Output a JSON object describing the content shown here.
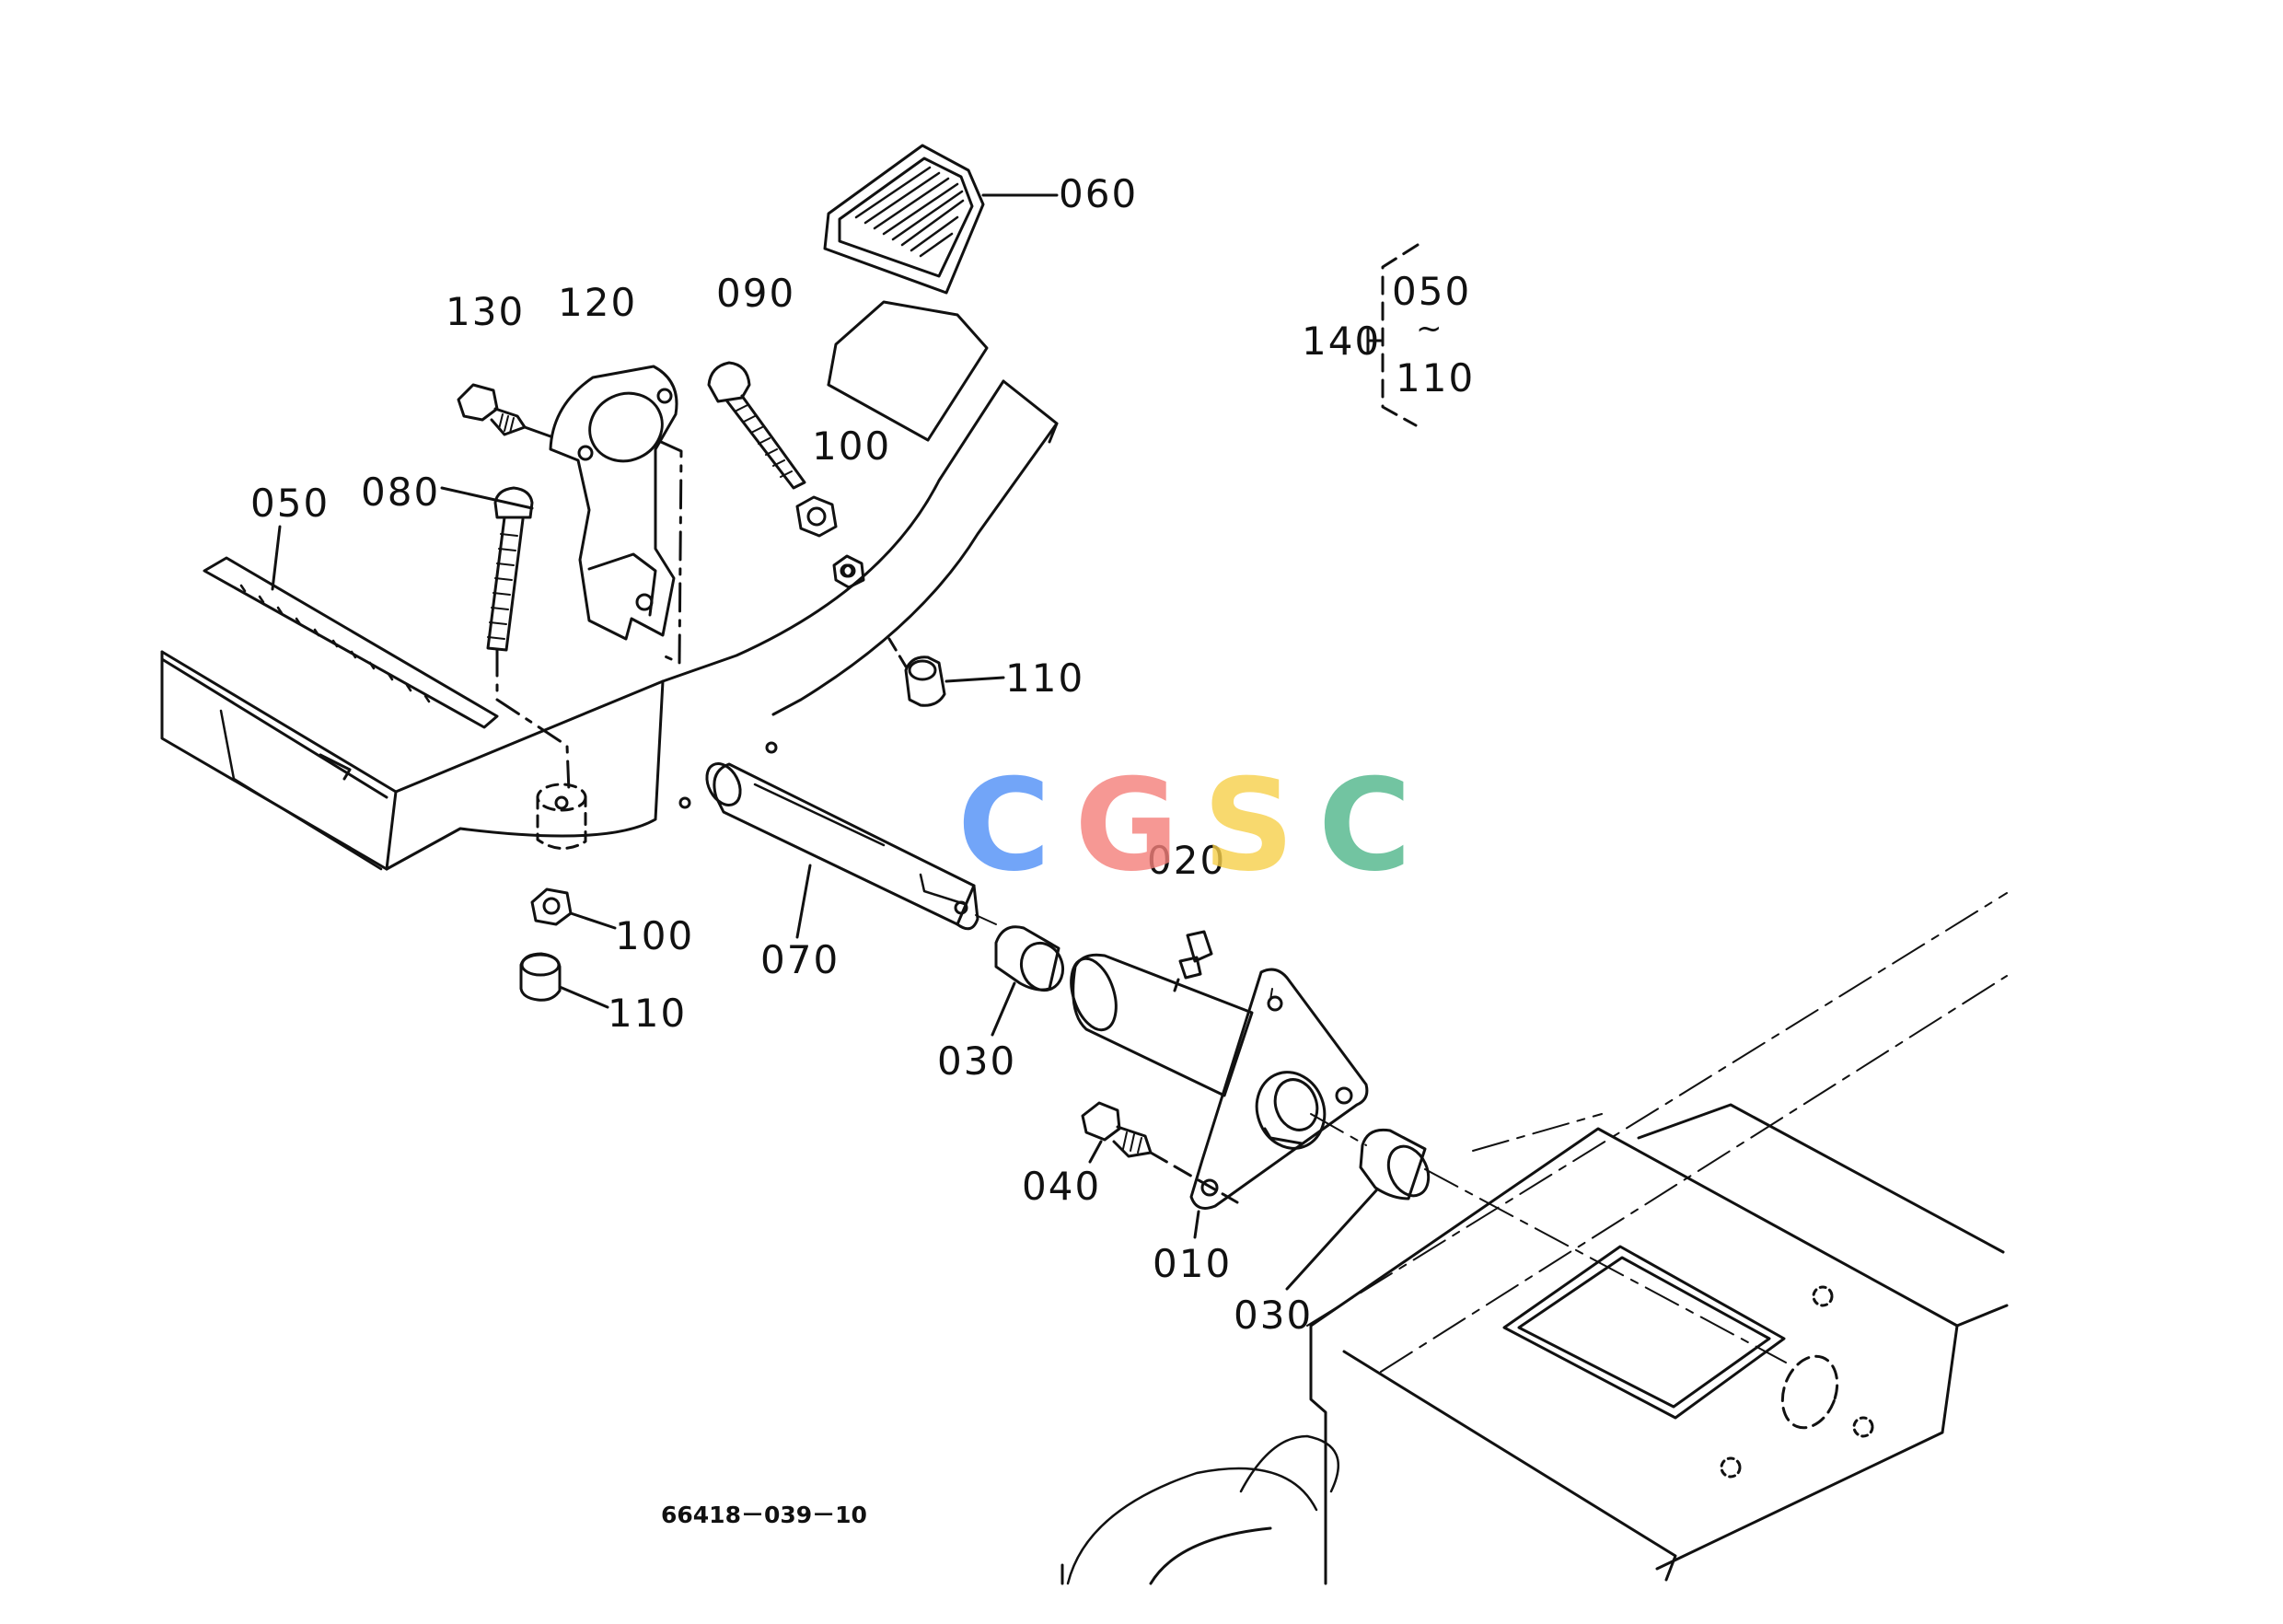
{
  "callouts": {
    "c060": "060",
    "c130": "130",
    "c120": "120",
    "c090": "090",
    "c100_upper": "100",
    "c080": "080",
    "c050": "050",
    "c110_upper": "110",
    "c100_lower": "100",
    "c110_lower": "110",
    "c070": "070",
    "c020": "020",
    "c030_left": "030",
    "c040": "040",
    "c010": "010",
    "c030_right": "030"
  },
  "kit_group": {
    "label": "140",
    "from": "050",
    "tilde": "~",
    "to": "110"
  },
  "drawing_number": "66418－039－10",
  "watermark": {
    "letters": [
      "C",
      "G",
      "S",
      "C"
    ],
    "colors": [
      "#4f8ff7",
      "#f47f7a",
      "#f7d04a",
      "#4fb68a"
    ]
  },
  "line_color": "#111111"
}
